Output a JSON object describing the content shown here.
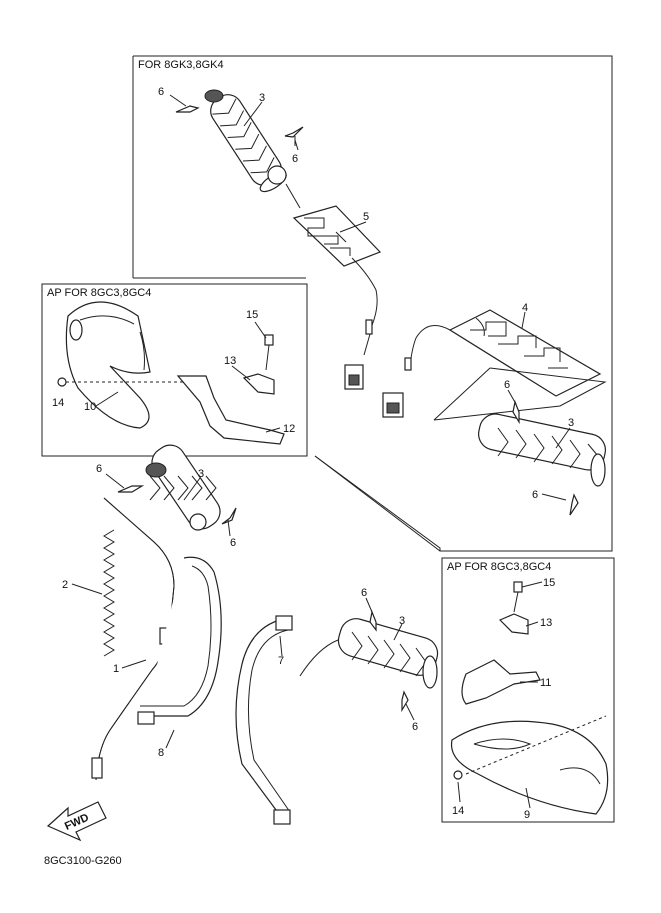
{
  "boxes": {
    "top": "FOR 8GK3,8GK4",
    "left": "AP FOR 8GC3,8GC4",
    "right": "AP FOR 8GC3,8GC4"
  },
  "callouts": [
    {
      "id": "c-6a",
      "text": "6"
    },
    {
      "id": "c-3a",
      "text": "3"
    },
    {
      "id": "c-6b",
      "text": "6"
    },
    {
      "id": "c-5",
      "text": "5"
    },
    {
      "id": "c-4",
      "text": "4"
    },
    {
      "id": "c-6c",
      "text": "6"
    },
    {
      "id": "c-3b",
      "text": "3"
    },
    {
      "id": "c-6d",
      "text": "6"
    },
    {
      "id": "c-15a",
      "text": "15"
    },
    {
      "id": "c-13a",
      "text": "13"
    },
    {
      "id": "c-14a",
      "text": "14"
    },
    {
      "id": "c-10",
      "text": "10"
    },
    {
      "id": "c-12",
      "text": "12"
    },
    {
      "id": "c-6e",
      "text": "6"
    },
    {
      "id": "c-3c",
      "text": "3"
    },
    {
      "id": "c-6f",
      "text": "6"
    },
    {
      "id": "c-2",
      "text": "2"
    },
    {
      "id": "c-1",
      "text": "1"
    },
    {
      "id": "c-8",
      "text": "8"
    },
    {
      "id": "c-7",
      "text": "7"
    },
    {
      "id": "c-6g",
      "text": "6"
    },
    {
      "id": "c-3d",
      "text": "3"
    },
    {
      "id": "c-6h",
      "text": "6"
    },
    {
      "id": "c-15b",
      "text": "15"
    },
    {
      "id": "c-13b",
      "text": "13"
    },
    {
      "id": "c-11",
      "text": "11"
    },
    {
      "id": "c-14b",
      "text": "14"
    },
    {
      "id": "c-9",
      "text": "9"
    }
  ],
  "fwd_label": "FWD",
  "diagram_code": "8GC3100-G260"
}
